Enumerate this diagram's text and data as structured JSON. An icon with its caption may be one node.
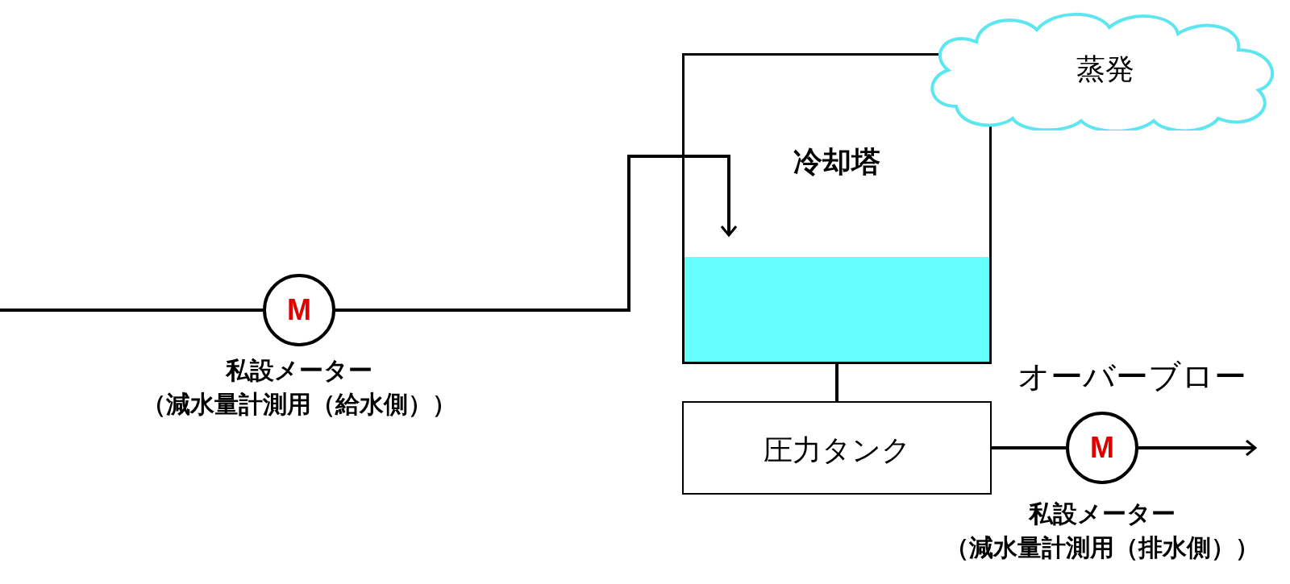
{
  "diagram": {
    "nodes": [
      {
        "text": [
          "M"
        ],
        "beside": [
          "私設メーター",
          "（減水量計測用（給水側））"
        ]
      },
      {
        "text": [
          "冷却塔"
        ]
      },
      {
        "text": [
          "蒸発"
        ]
      },
      {
        "text": [
          "圧力タンク"
        ]
      },
      {
        "text": [
          "M"
        ],
        "beside": [
          "私設メーター",
          "（減水量計測用（排水側））"
        ]
      }
    ],
    "edges": [
      {
        "from": null,
        "to": 0,
        "arrow": "none"
      },
      {
        "from": 0,
        "to": 1,
        "arrow": "to"
      },
      {
        "from": 1,
        "to": 3,
        "arrow": "none"
      },
      {
        "from": 3,
        "to": 4,
        "arrow": "none"
      },
      {
        "from": 4,
        "to": null,
        "arrow": "to"
      }
    ],
    "labels": [
      "オーバーブロー"
    ]
  }
}
